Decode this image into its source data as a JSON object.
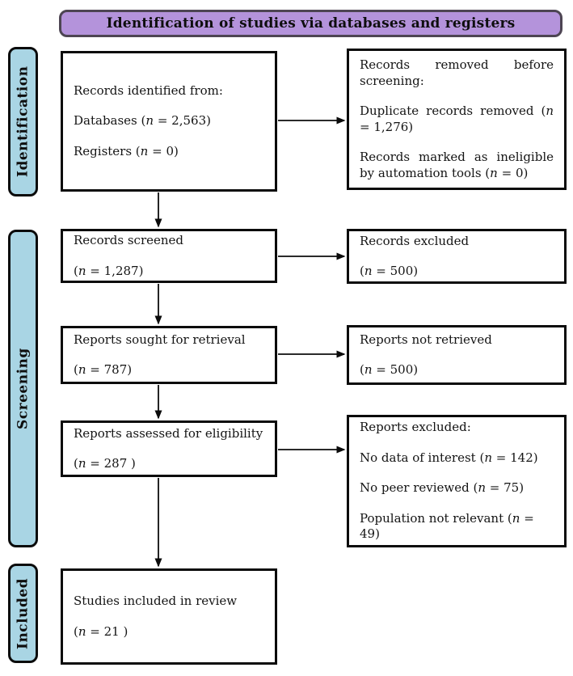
{
  "header": {
    "title": "Identification of studies via databases and registers"
  },
  "colors": {
    "banner_fill": "#B493DB",
    "banner_border": "#4D4553",
    "stage_fill": "#A9D5E4",
    "box_border": "#0B0B0B",
    "arrow": "#0B0B0B",
    "background": "#FFFFFF"
  },
  "stages": [
    {
      "label": "Identification"
    },
    {
      "label": "Screening"
    },
    {
      "label": "Included"
    }
  ],
  "left_boxes": [
    {
      "id": "records-identified",
      "lines": [
        "Records identified from:",
        "Databases (n = 2,563)",
        "Registers (n = 0)"
      ]
    },
    {
      "id": "records-screened",
      "lines": [
        "Records screened",
        "(n = 1,287)"
      ]
    },
    {
      "id": "reports-sought",
      "lines": [
        "Reports sought for retrieval",
        "(n = 787)"
      ]
    },
    {
      "id": "reports-assessed",
      "lines": [
        "Reports assessed for eligibility",
        "(n = 287 )"
      ]
    },
    {
      "id": "studies-included",
      "lines": [
        "Studies included in review",
        "(n = 21 )"
      ]
    }
  ],
  "right_boxes": [
    {
      "id": "records-removed",
      "lines": [
        "Records removed before screening:",
        "Duplicate records removed (n = 1,276)",
        "Records marked as ineligible by automation tools (n = 0)"
      ]
    },
    {
      "id": "records-excluded",
      "lines": [
        "Records excluded",
        "(n = 500)"
      ]
    },
    {
      "id": "reports-not-retrieved",
      "lines": [
        "Reports not retrieved",
        "(n = 500)"
      ]
    },
    {
      "id": "reports-excluded",
      "lines": [
        "Reports excluded:",
        "No data of interest (n = 142)",
        "No peer reviewed (n = 75)",
        "Population not relevant (n = 49)"
      ]
    }
  ]
}
